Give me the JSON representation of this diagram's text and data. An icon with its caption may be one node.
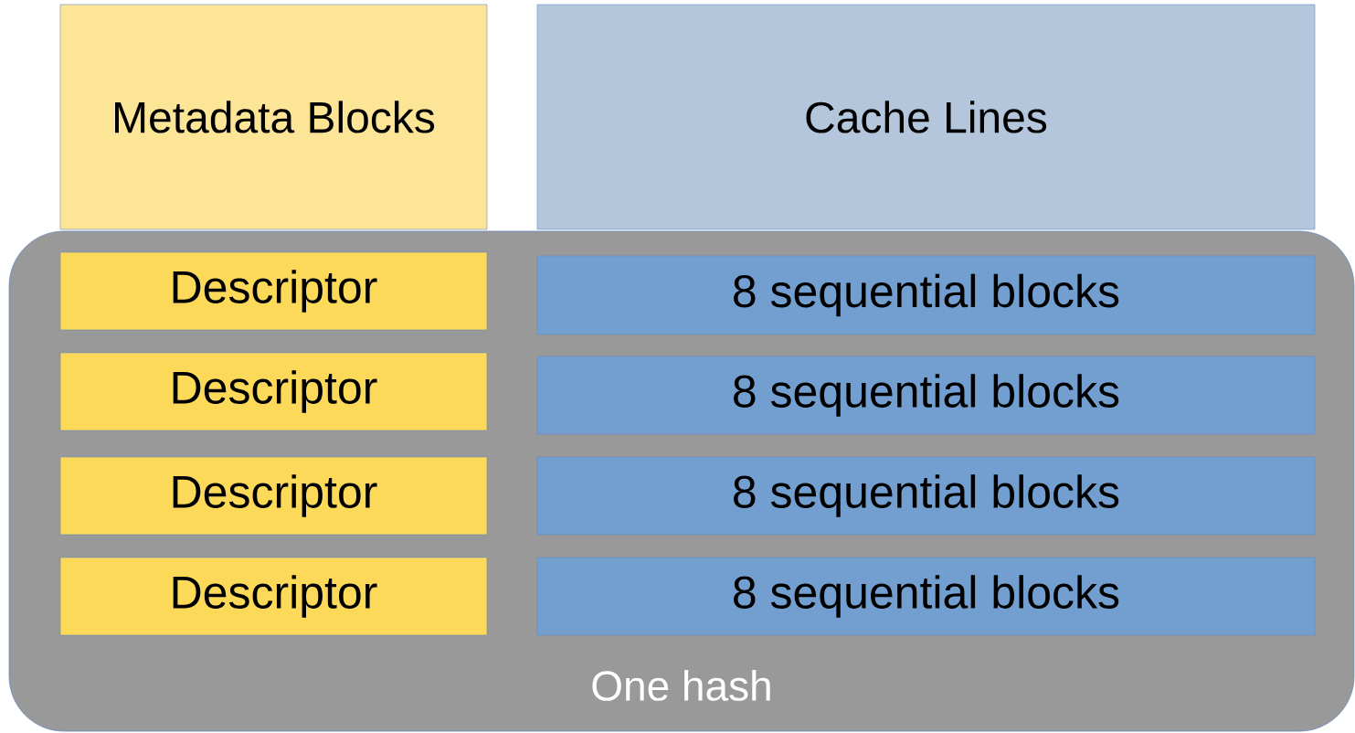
{
  "diagram": {
    "nodes": [
      {
        "text": [
          "Metadata Blocks"
        ]
      },
      {
        "text": [
          "Cache Lines"
        ]
      },
      {
        "text": [
          "One hash"
        ]
      },
      {
        "text": [
          "Descriptor"
        ],
        "in": 2
      },
      {
        "text": [
          "8 sequential blocks"
        ],
        "in": 2
      },
      {
        "text": [
          "Descriptor"
        ],
        "in": 2
      },
      {
        "text": [
          "8 sequential blocks"
        ],
        "in": 2
      },
      {
        "text": [
          "Descriptor"
        ],
        "in": 2
      },
      {
        "text": [
          "8 sequential blocks"
        ],
        "in": 2
      },
      {
        "text": [
          "Descriptor"
        ],
        "in": 2
      },
      {
        "text": [
          "8 sequential blocks"
        ],
        "in": 2
      }
    ]
  }
}
